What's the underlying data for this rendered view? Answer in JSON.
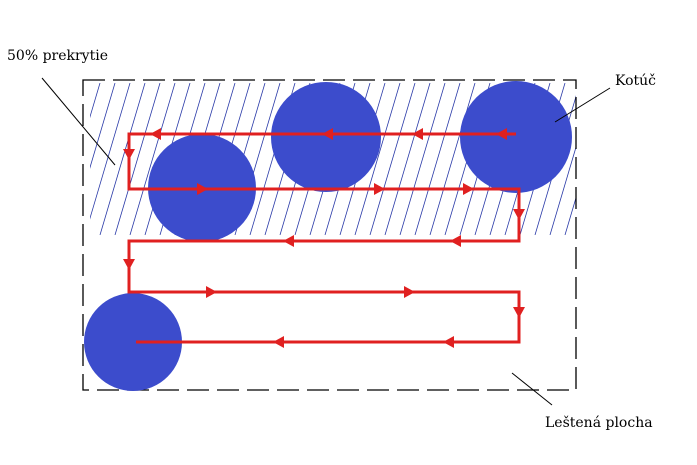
{
  "labels": {
    "overlap": "50% prekrytie",
    "disc": "Kotúč",
    "surface": "Leštená plocha"
  },
  "colors": {
    "path": "#e02020",
    "disc": "#3c4ccc",
    "hatch": "#2a3aa8",
    "outline": "#000000"
  }
}
